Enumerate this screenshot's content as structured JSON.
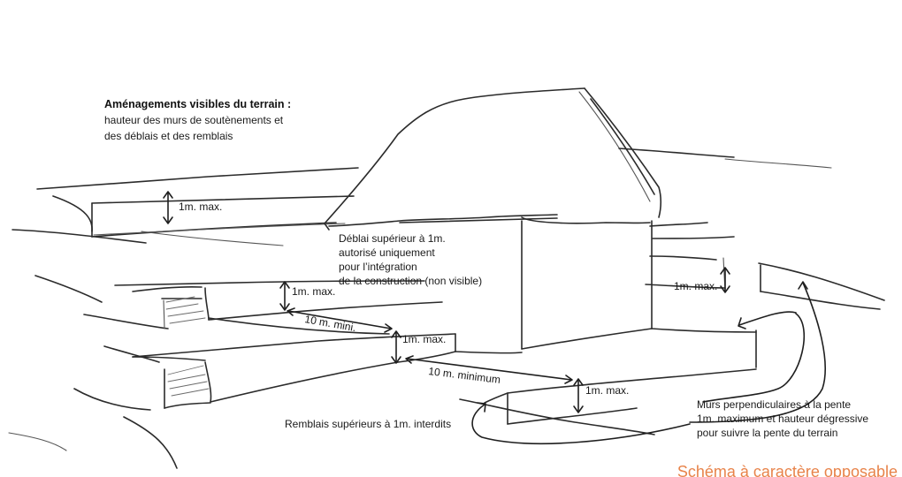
{
  "colors": {
    "background": "#ffffff",
    "ink": "#2b2b2b",
    "note": "#e8834a"
  },
  "heading": {
    "title": "Aménagements visibles du terrain :",
    "line1": "hauteur des murs de soutènements et",
    "line2": "des déblais et des remblais"
  },
  "labels": {
    "max_upper_left": "1m. max.",
    "max_middle_upper": "1m. max.",
    "max_middle_lower": "1m. max.",
    "max_front": "1m. max.",
    "max_right": "1m. max.",
    "dist_upper": "10 m. mini.",
    "dist_lower": "10 m. minimum"
  },
  "notes": {
    "deblai": [
      "Déblai supérieur à 1m.",
      "autorisé uniquement",
      "pour l’intégration",
      "de la construction (non visible)"
    ],
    "remblai": "Remblais supérieurs à 1m. interdits",
    "murs": [
      "Murs perpendiculaires à la pente",
      "1m. maximum et hauteur dégressive",
      "pour suivre la pente du terrain"
    ]
  },
  "footer": {
    "opposable": "Schéma à caractère opposable"
  }
}
